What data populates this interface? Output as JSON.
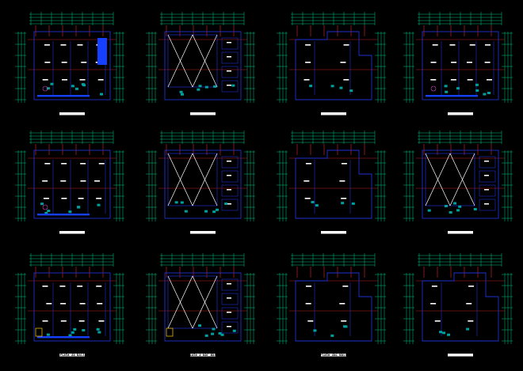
{
  "drawing": {
    "background": "#000000",
    "colors": {
      "dimension": "#00c080",
      "wall": "#2030d0",
      "grid_red": "#c02020",
      "fill_blue": "#1540ff",
      "fill_cyan": "#00a0a0",
      "text": "#ffffff",
      "accent_yellow": "#ffd000",
      "accent_magenta": "#d040d0"
    },
    "sheets": [
      {
        "id": "s1",
        "type": "plan",
        "title": ""
      },
      {
        "id": "s2",
        "type": "void",
        "title": ""
      },
      {
        "id": "s3",
        "type": "upper",
        "title": ""
      },
      {
        "id": "s4",
        "type": "plan",
        "title": ""
      },
      {
        "id": "s5",
        "type": "plan",
        "title": ""
      },
      {
        "id": "s6",
        "type": "void",
        "title": ""
      },
      {
        "id": "s7",
        "type": "upper",
        "title": ""
      },
      {
        "id": "s8",
        "type": "void",
        "title": ""
      },
      {
        "id": "s9",
        "type": "plan",
        "title": "Plate 3a ball"
      },
      {
        "id": "s10",
        "type": "void",
        "title": "Plate 3 Ebr Ball"
      },
      {
        "id": "s11",
        "type": "upper",
        "title": "Plate 3ac Ball"
      },
      {
        "id": "s12",
        "type": "upper",
        "title": ""
      }
    ]
  }
}
